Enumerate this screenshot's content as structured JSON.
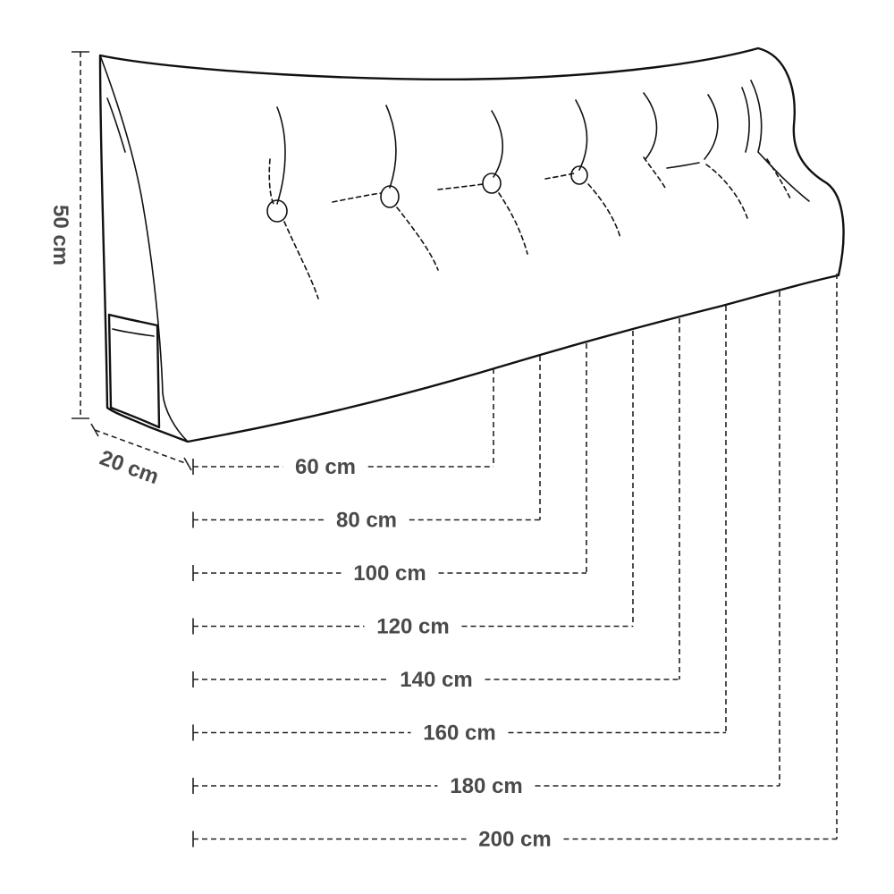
{
  "dimensions": {
    "height_label": "50 cm",
    "depth_label": "20 cm",
    "widths": [
      {
        "label": "60 cm",
        "value": 60
      },
      {
        "label": "80 cm",
        "value": 80
      },
      {
        "label": "100 cm",
        "value": 100
      },
      {
        "label": "120 cm",
        "value": 120
      },
      {
        "label": "140 cm",
        "value": 140
      },
      {
        "label": "160 cm",
        "value": 160
      },
      {
        "label": "180 cm",
        "value": 180
      },
      {
        "label": "200 cm",
        "value": 200
      }
    ]
  }
}
